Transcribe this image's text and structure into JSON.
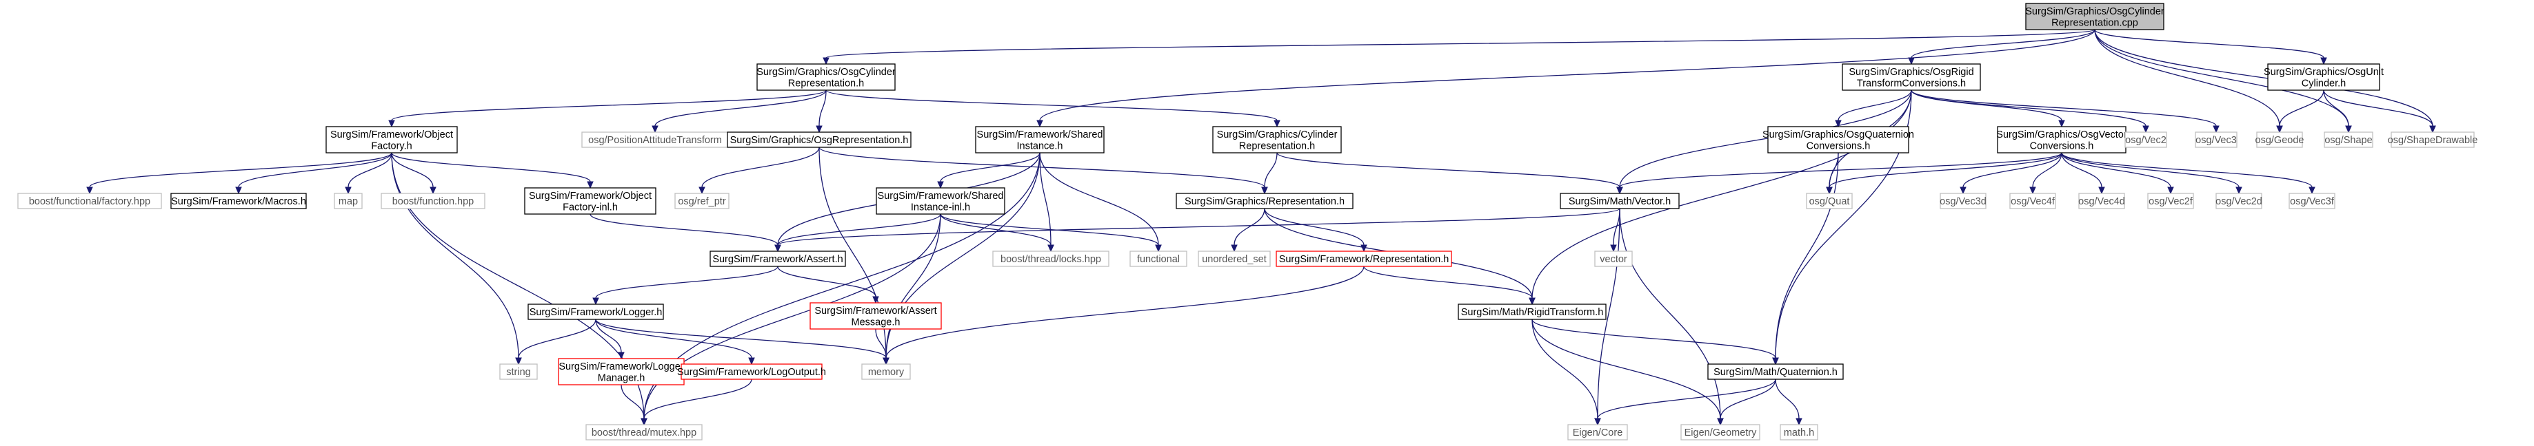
{
  "colors": {
    "edge": "#191970",
    "node_border": "#000000",
    "external_border": "#bfbfbf",
    "missing_border": "#ff0000",
    "root_fill": "#bfbfbf",
    "node_fill": "#ffffff",
    "text": "#000000",
    "external_text": "#555555"
  },
  "nodes": [
    {
      "id": "root",
      "lines": [
        "SurgSim/Graphics/OsgCylinder",
        "Representation.cpp"
      ],
      "kind": "root"
    },
    {
      "id": "cylrep",
      "lines": [
        "SurgSim/Graphics/OsgCylinder",
        "Representation.h"
      ],
      "kind": "normal"
    },
    {
      "id": "rigidconv",
      "lines": [
        "SurgSim/Graphics/OsgRigid",
        "TransformConversions.h"
      ],
      "kind": "normal"
    },
    {
      "id": "unitcyl",
      "lines": [
        "SurgSim/Graphics/OsgUnit",
        "Cylinder.h"
      ],
      "kind": "normal"
    },
    {
      "id": "objfactory",
      "lines": [
        "SurgSim/Framework/Object",
        "Factory.h"
      ],
      "kind": "normal"
    },
    {
      "id": "posatt",
      "lines": [
        "osg/PositionAttitudeTransform"
      ],
      "kind": "external"
    },
    {
      "id": "osgrep",
      "lines": [
        "SurgSim/Graphics/OsgRepresentation.h"
      ],
      "kind": "normal"
    },
    {
      "id": "sharedinst",
      "lines": [
        "SurgSim/Framework/Shared",
        "Instance.h"
      ],
      "kind": "normal"
    },
    {
      "id": "graphcyl",
      "lines": [
        "SurgSim/Graphics/Cylinder",
        "Representation.h"
      ],
      "kind": "normal"
    },
    {
      "id": "quatconv",
      "lines": [
        "SurgSim/Graphics/OsgQuaternion",
        "Conversions.h"
      ],
      "kind": "normal"
    },
    {
      "id": "vecconv",
      "lines": [
        "SurgSim/Graphics/OsgVector",
        "Conversions.h"
      ],
      "kind": "normal"
    },
    {
      "id": "vec2",
      "lines": [
        "osg/Vec2"
      ],
      "kind": "external"
    },
    {
      "id": "vec3",
      "lines": [
        "osg/Vec3"
      ],
      "kind": "external"
    },
    {
      "id": "geode",
      "lines": [
        "osg/Geode"
      ],
      "kind": "external"
    },
    {
      "id": "shape",
      "lines": [
        "osg/Shape"
      ],
      "kind": "external"
    },
    {
      "id": "shapedraw",
      "lines": [
        "osg/ShapeDrawable"
      ],
      "kind": "external"
    },
    {
      "id": "bfactory",
      "lines": [
        "boost/functional/factory.hpp"
      ],
      "kind": "external"
    },
    {
      "id": "macros",
      "lines": [
        "SurgSim/Framework/Macros.h"
      ],
      "kind": "normal"
    },
    {
      "id": "map",
      "lines": [
        "map"
      ],
      "kind": "external"
    },
    {
      "id": "bfunction",
      "lines": [
        "boost/function.hpp"
      ],
      "kind": "external"
    },
    {
      "id": "objfactoryinl",
      "lines": [
        "SurgSim/Framework/Object",
        "Factory-inl.h"
      ],
      "kind": "normal"
    },
    {
      "id": "refptr",
      "lines": [
        "osg/ref_ptr"
      ],
      "kind": "external"
    },
    {
      "id": "sharedinl",
      "lines": [
        "SurgSim/Framework/Shared",
        "Instance-inl.h"
      ],
      "kind": "normal"
    },
    {
      "id": "graphrep",
      "lines": [
        "SurgSim/Graphics/Representation.h"
      ],
      "kind": "normal"
    },
    {
      "id": "mathvec",
      "lines": [
        "SurgSim/Math/Vector.h"
      ],
      "kind": "normal"
    },
    {
      "id": "quat",
      "lines": [
        "osg/Quat"
      ],
      "kind": "external"
    },
    {
      "id": "vec3d",
      "lines": [
        "osg/Vec3d"
      ],
      "kind": "external"
    },
    {
      "id": "vec4f",
      "lines": [
        "osg/Vec4f"
      ],
      "kind": "external"
    },
    {
      "id": "vec4d",
      "lines": [
        "osg/Vec4d"
      ],
      "kind": "external"
    },
    {
      "id": "vec2f",
      "lines": [
        "osg/Vec2f"
      ],
      "kind": "external"
    },
    {
      "id": "vec2d",
      "lines": [
        "osg/Vec2d"
      ],
      "kind": "external"
    },
    {
      "id": "vec3f",
      "lines": [
        "osg/Vec3f"
      ],
      "kind": "external"
    },
    {
      "id": "assert",
      "lines": [
        "SurgSim/Framework/Assert.h"
      ],
      "kind": "normal"
    },
    {
      "id": "locks",
      "lines": [
        "boost/thread/locks.hpp"
      ],
      "kind": "external"
    },
    {
      "id": "functional",
      "lines": [
        "functional"
      ],
      "kind": "external"
    },
    {
      "id": "unordset",
      "lines": [
        "unordered_set"
      ],
      "kind": "external"
    },
    {
      "id": "fwrep",
      "lines": [
        "SurgSim/Framework/Representation.h"
      ],
      "kind": "missing"
    },
    {
      "id": "vector",
      "lines": [
        "vector"
      ],
      "kind": "external"
    },
    {
      "id": "logger",
      "lines": [
        "SurgSim/Framework/Logger.h"
      ],
      "kind": "normal"
    },
    {
      "id": "assertmsg",
      "lines": [
        "SurgSim/Framework/Assert",
        "Message.h"
      ],
      "kind": "missing"
    },
    {
      "id": "rigidtf",
      "lines": [
        "SurgSim/Math/RigidTransform.h"
      ],
      "kind": "normal"
    },
    {
      "id": "string",
      "lines": [
        "string"
      ],
      "kind": "external"
    },
    {
      "id": "logmgr",
      "lines": [
        "SurgSim/Framework/Logger",
        "Manager.h"
      ],
      "kind": "missing"
    },
    {
      "id": "logout",
      "lines": [
        "SurgSim/Framework/LogOutput.h"
      ],
      "kind": "missing"
    },
    {
      "id": "memory",
      "lines": [
        "memory"
      ],
      "kind": "external"
    },
    {
      "id": "mathquat",
      "lines": [
        "SurgSim/Math/Quaternion.h"
      ],
      "kind": "normal"
    },
    {
      "id": "mutex",
      "lines": [
        "boost/thread/mutex.hpp"
      ],
      "kind": "external"
    },
    {
      "id": "eigencore",
      "lines": [
        "Eigen/Core"
      ],
      "kind": "external"
    },
    {
      "id": "eigengeom",
      "lines": [
        "Eigen/Geometry"
      ],
      "kind": "external"
    },
    {
      "id": "mathh",
      "lines": [
        "math.h"
      ],
      "kind": "external"
    }
  ],
  "edges": [
    [
      "root",
      "cylrep"
    ],
    [
      "root",
      "rigidconv"
    ],
    [
      "root",
      "unitcyl"
    ],
    [
      "root",
      "sharedinst"
    ],
    [
      "root",
      "geode"
    ],
    [
      "root",
      "shape"
    ],
    [
      "root",
      "shapedraw"
    ],
    [
      "cylrep",
      "objfactory"
    ],
    [
      "cylrep",
      "posatt"
    ],
    [
      "cylrep",
      "osgrep"
    ],
    [
      "cylrep",
      "graphcyl"
    ],
    [
      "unitcyl",
      "geode"
    ],
    [
      "unitcyl",
      "shape"
    ],
    [
      "unitcyl",
      "shapedraw"
    ],
    [
      "rigidconv",
      "quatconv"
    ],
    [
      "rigidconv",
      "vecconv"
    ],
    [
      "rigidconv",
      "vec2"
    ],
    [
      "rigidconv",
      "vec3"
    ],
    [
      "rigidconv",
      "mathvec"
    ],
    [
      "rigidconv",
      "rigidtf"
    ],
    [
      "rigidconv",
      "mathquat"
    ],
    [
      "rigidconv",
      "quat"
    ],
    [
      "objfactory",
      "bfactory"
    ],
    [
      "objfactory",
      "macros"
    ],
    [
      "objfactory",
      "map"
    ],
    [
      "objfactory",
      "bfunction"
    ],
    [
      "objfactory",
      "objfactoryinl"
    ],
    [
      "objfactory",
      "string"
    ],
    [
      "objfactory",
      "mutex"
    ],
    [
      "objfactoryinl",
      "assert"
    ],
    [
      "osgrep",
      "refptr"
    ],
    [
      "osgrep",
      "graphrep"
    ],
    [
      "osgrep",
      "memory"
    ],
    [
      "sharedinst",
      "sharedinl"
    ],
    [
      "sharedinst",
      "assert"
    ],
    [
      "sharedinst",
      "locks"
    ],
    [
      "sharedinst",
      "functional"
    ],
    [
      "sharedinst",
      "memory"
    ],
    [
      "sharedinst",
      "mutex"
    ],
    [
      "sharedinl",
      "assert"
    ],
    [
      "sharedinl",
      "locks"
    ],
    [
      "sharedinl",
      "functional"
    ],
    [
      "sharedinl",
      "memory"
    ],
    [
      "sharedinl",
      "mutex"
    ],
    [
      "graphcyl",
      "graphrep"
    ],
    [
      "graphcyl",
      "mathvec"
    ],
    [
      "graphrep",
      "unordset"
    ],
    [
      "graphrep",
      "fwrep"
    ],
    [
      "graphrep",
      "rigidtf"
    ],
    [
      "fwrep",
      "memory"
    ],
    [
      "fwrep",
      "rigidtf"
    ],
    [
      "quatconv",
      "quat"
    ],
    [
      "quatconv",
      "mathquat"
    ],
    [
      "vecconv",
      "mathvec"
    ],
    [
      "vecconv",
      "quat"
    ],
    [
      "vecconv",
      "vec3d"
    ],
    [
      "vecconv",
      "vec4f"
    ],
    [
      "vecconv",
      "vec4d"
    ],
    [
      "vecconv",
      "vec2f"
    ],
    [
      "vecconv",
      "vec2d"
    ],
    [
      "vecconv",
      "vec3f"
    ],
    [
      "mathvec",
      "assert"
    ],
    [
      "mathvec",
      "vector"
    ],
    [
      "mathvec",
      "eigencore"
    ],
    [
      "mathvec",
      "eigengeom"
    ],
    [
      "assert",
      "logger"
    ],
    [
      "assert",
      "assertmsg"
    ],
    [
      "assertmsg",
      "memory"
    ],
    [
      "logger",
      "string"
    ],
    [
      "logger",
      "logmgr"
    ],
    [
      "logger",
      "logout"
    ],
    [
      "logger",
      "memory"
    ],
    [
      "logmgr",
      "mutex"
    ],
    [
      "logout",
      "mutex"
    ],
    [
      "rigidtf",
      "mathquat"
    ],
    [
      "rigidtf",
      "eigencore"
    ],
    [
      "rigidtf",
      "eigengeom"
    ],
    [
      "mathquat",
      "eigencore"
    ],
    [
      "mathquat",
      "eigengeom"
    ],
    [
      "mathquat",
      "mathh"
    ]
  ]
}
